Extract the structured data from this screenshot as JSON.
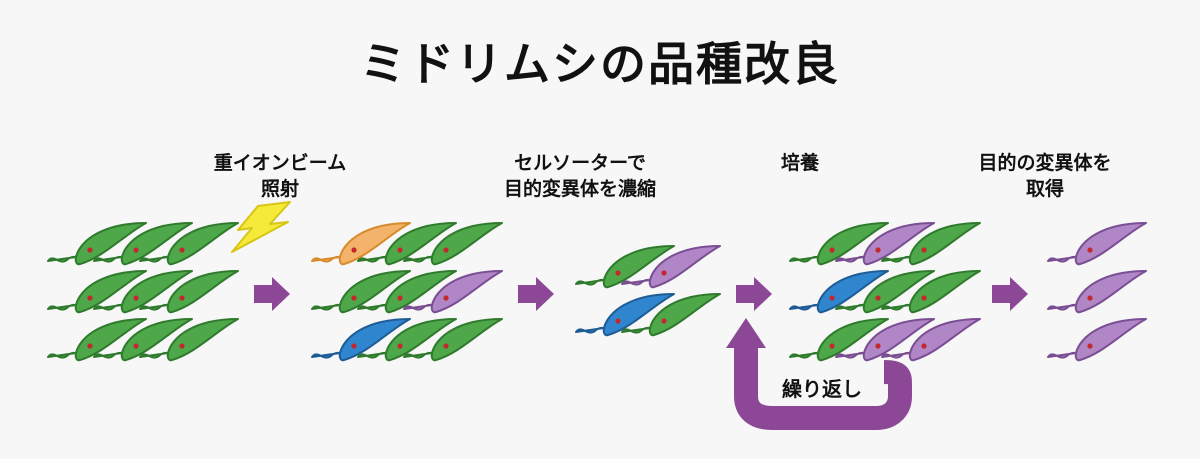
{
  "title": "ミドリムシの品種改良",
  "steps": [
    {
      "line1": "重イオンビーム",
      "line2": "照射"
    },
    {
      "line1": "セルソーターで",
      "line2": "目的変異体を濃縮"
    },
    {
      "line1": "培養",
      "line2": ""
    },
    {
      "line1": "目的の変異体を",
      "line2": "取得"
    }
  ],
  "loop_label": "繰り返し",
  "colors": {
    "wild": "#4ea84a",
    "purple_mutant": "#b086c6",
    "blue_mutant": "#2f86cf",
    "orange_mutant": "#f3b36b",
    "arrow": "#8c4896",
    "bolt": "#f5ea3a",
    "eyespot": "#c2282e"
  },
  "icons": [
    "lightning-bolt-icon",
    "euglena-cell-icon",
    "arrow-right-icon",
    "loop-arrow-icon"
  ]
}
